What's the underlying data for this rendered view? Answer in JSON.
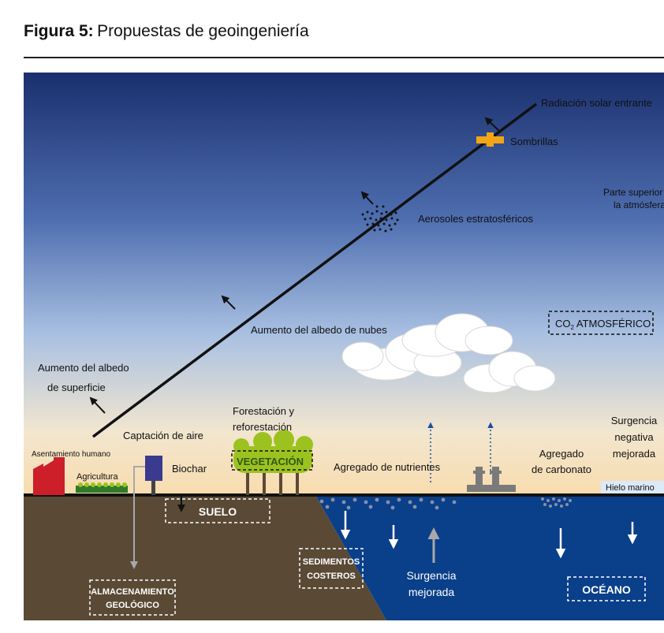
{
  "figure": {
    "label": "Figura 5:",
    "title": "Propuestas de geoingeniería"
  },
  "labels": {
    "incoming_solar": "Radiación solar entrante",
    "sunshades": "Sombrillas",
    "upper_atmosphere_line1": "Parte superior de",
    "upper_atmosphere_line2": "la atmósfera",
    "stratospheric_aerosols": "Aerosoles estratosféricos",
    "co2_atmospheric_main": "CO",
    "co2_subscript": "2",
    "co2_atmospheric_rest": " ATMOSFÉRICO",
    "cloud_albedo": "Aumento del albedo de nubes",
    "surface_albedo_line1": "Aumento del albedo",
    "surface_albedo_line2": "de superficie",
    "afforestation_line1": "Forestación y",
    "afforestation_line2": "reforestación",
    "air_capture": "Captación de aire",
    "upwelling_down_line1": "Surgencia",
    "upwelling_down_line2": "negativa",
    "upwelling_down_line3": "mejorada",
    "human_settlement": "Asentamiento humano",
    "agriculture": "Agricultura",
    "biochar": "Biochar",
    "vegetation": "VEGETACIÓN",
    "nutrient_addition": "Agregado de nutrientes",
    "carbonate_addition_line1": "Agregado",
    "carbonate_addition_line2": "de carbonato",
    "sea_ice": "Hielo marino",
    "soil": "SUELO",
    "coastal_sediments_line1": "SEDIMENTOS",
    "coastal_sediments_line2": "COSTEROS",
    "enhanced_upwelling_line1": "Surgencia",
    "enhanced_upwelling_line2": "mejorada",
    "geological_storage_line1": "ALMACENAMIENTO",
    "geological_storage_line2": "GEOLÓGICO",
    "ocean": "OCÉANO"
  },
  "colors": {
    "sky_top": "#1a2f6e",
    "sky_mid": "#7f9fd0",
    "sky_horizon": "#f7e3bf",
    "soil": "#5a4a35",
    "ocean": "#0a3f8a",
    "vegetation": "#9cc21f",
    "sunshade": "#f2a516",
    "factory": "#cc1f2a",
    "air_capture": "#3a3a8f"
  }
}
